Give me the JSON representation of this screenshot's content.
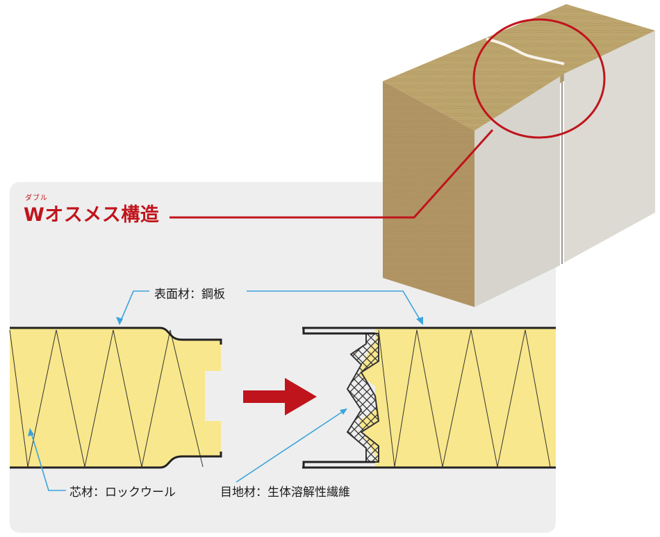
{
  "title": {
    "ruby": "ダブル",
    "text": "Wオスメス構造"
  },
  "labels": {
    "surface_material": "表面材：鋼板",
    "core_material": "芯材：ロックウール",
    "joint_material": "目地材：生体溶解性繊維"
  },
  "colors": {
    "accent_red": "#c0141c",
    "core_fill": "#f8e78c",
    "panel_bg": "#eeeeee",
    "leader_blue": "#3aa4dc",
    "wool": "#b59a63",
    "steel_face": "#d6d4cd"
  }
}
